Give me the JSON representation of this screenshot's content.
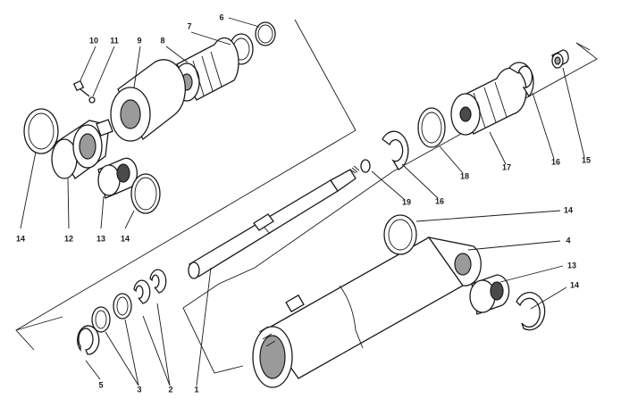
{
  "callouts": {
    "p1": "1",
    "p2": "2",
    "p3": "3",
    "p4": "4",
    "p5": "5",
    "p6": "6",
    "p7": "7",
    "p8": "8",
    "p9": "9",
    "p10": "10",
    "p11": "11",
    "p12": "12",
    "p13a": "13",
    "p13b": "13",
    "p14a": "14",
    "p14b": "14",
    "p14c": "14",
    "p14d": "14",
    "p15": "15",
    "p16a": "16",
    "p16b": "16",
    "p17": "17",
    "p18": "18",
    "p19": "19"
  }
}
